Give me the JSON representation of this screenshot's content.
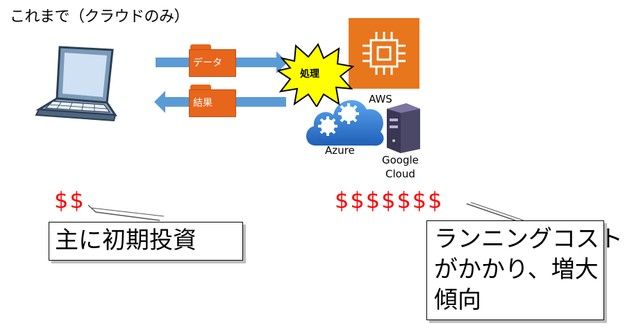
{
  "title": "これまで（クラウドのみ）",
  "folders": {
    "data_label": "データ",
    "result_label": "結果"
  },
  "processing_label": "処理",
  "providers": {
    "aws": "AWS",
    "azure": "Azure",
    "google_line1": "Google",
    "google_line2": "Cloud"
  },
  "costs": {
    "left": "$$",
    "right": "$$$$$$$"
  },
  "callouts": {
    "left": "主に初期投資",
    "right_lines": [
      "ランニングコスト",
      "がかかり、増大",
      "傾向"
    ]
  },
  "colors": {
    "arrow": "#5b9bd5",
    "folder": "#e8651c",
    "aws": "#e8761d",
    "cost": "#ff0000",
    "burst": "#ffff00"
  }
}
